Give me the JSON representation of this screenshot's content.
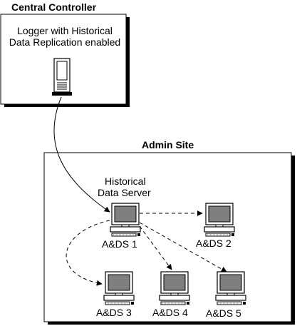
{
  "central_controller": {
    "title": "Central Controller",
    "logger_line1": "Logger with Historical",
    "logger_line2": "Data Replication enabled",
    "server_icon": "tower-server-icon"
  },
  "admin_site": {
    "title": "Admin Site",
    "hds_line1": "Historical",
    "hds_line2": "Data Server",
    "computer_icon": "desktop-computer-icon",
    "nodes": [
      {
        "label": "A&DS 1"
      },
      {
        "label": "A&DS 2"
      },
      {
        "label": "A&DS 3"
      },
      {
        "label": "A&DS 4"
      },
      {
        "label": "A&DS 5"
      }
    ]
  }
}
